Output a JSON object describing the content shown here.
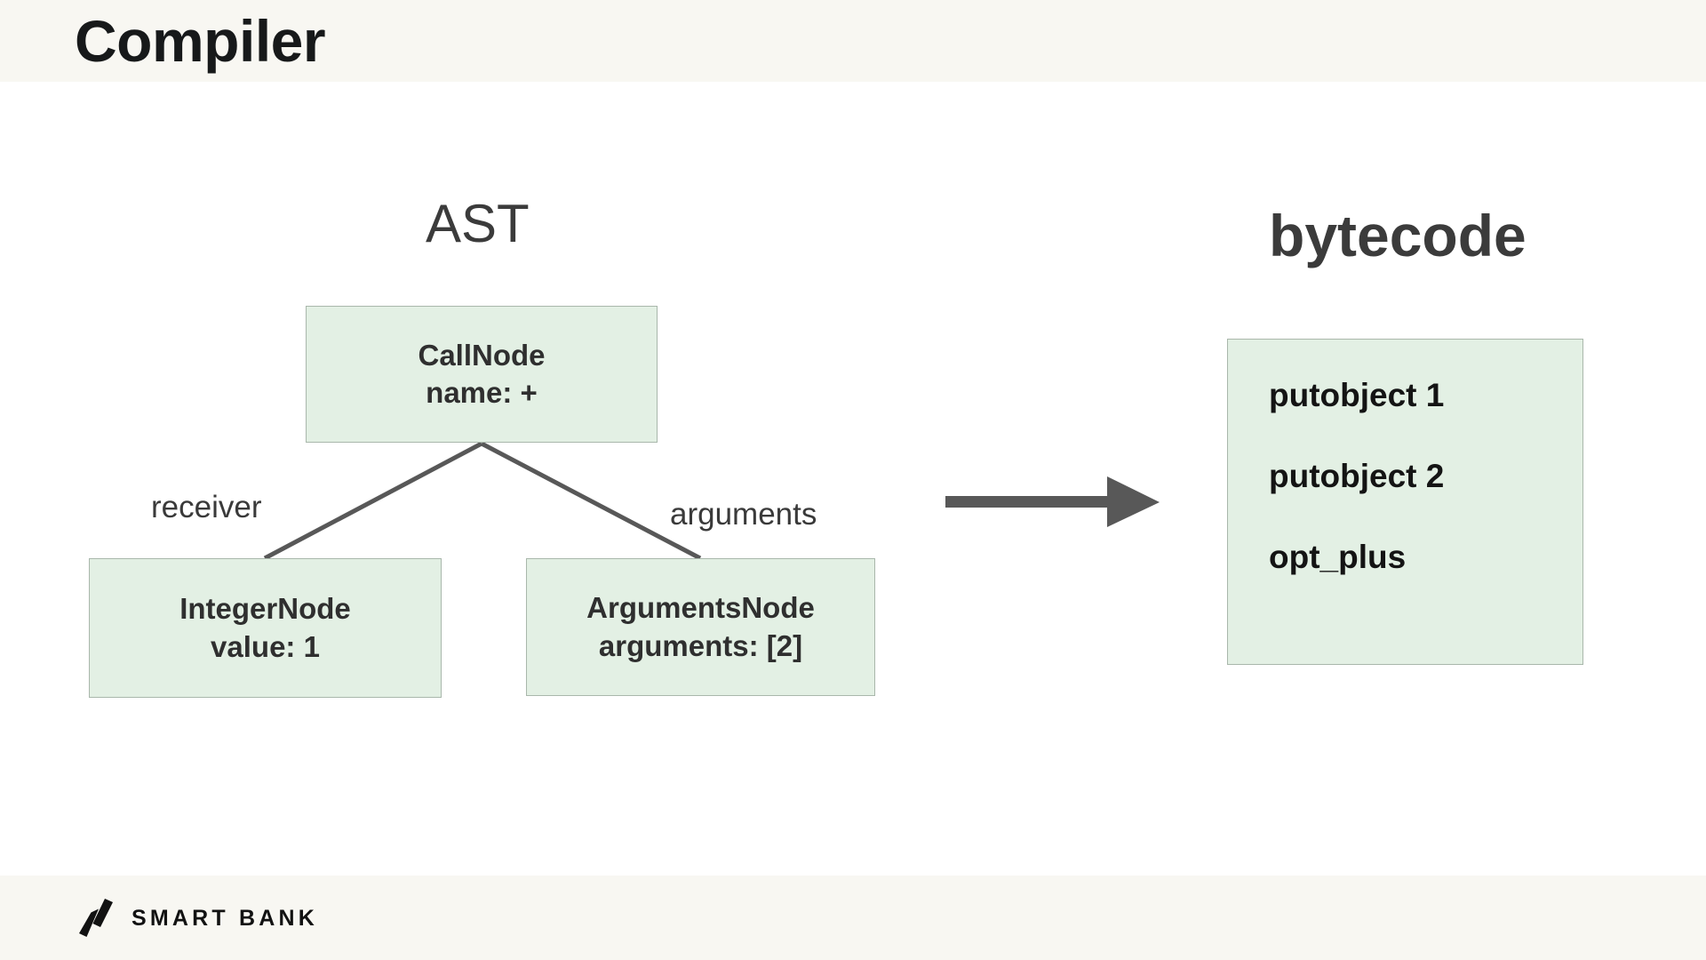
{
  "slide": {
    "title": "Compiler",
    "background_color": "#ffffff",
    "band_color": "#f8f7f2"
  },
  "sections": {
    "ast_heading": "AST",
    "bytecode_heading": "bytecode"
  },
  "ast": {
    "root": {
      "title": "CallNode",
      "detail": "name: +"
    },
    "edges": [
      {
        "label": "receiver"
      },
      {
        "label": "arguments"
      }
    ],
    "children": [
      {
        "title": "IntegerNode",
        "detail": "value: 1"
      },
      {
        "title": "ArgumentsNode",
        "detail": "arguments: [2]"
      }
    ],
    "node_fill": "#e3f0e4",
    "node_border": "#a9b7ab",
    "connector_color": "#585858"
  },
  "bytecode": {
    "instructions": [
      "putobject 1",
      "putobject 2",
      "opt_plus"
    ],
    "panel_fill": "#e3f0e4",
    "panel_border": "#a9b7ab"
  },
  "arrow": {
    "name": "right-arrow-icon",
    "color": "#585858"
  },
  "footer": {
    "brand": "SMART BANK",
    "mark": "smartbank-logo-icon",
    "color": "#121212"
  }
}
